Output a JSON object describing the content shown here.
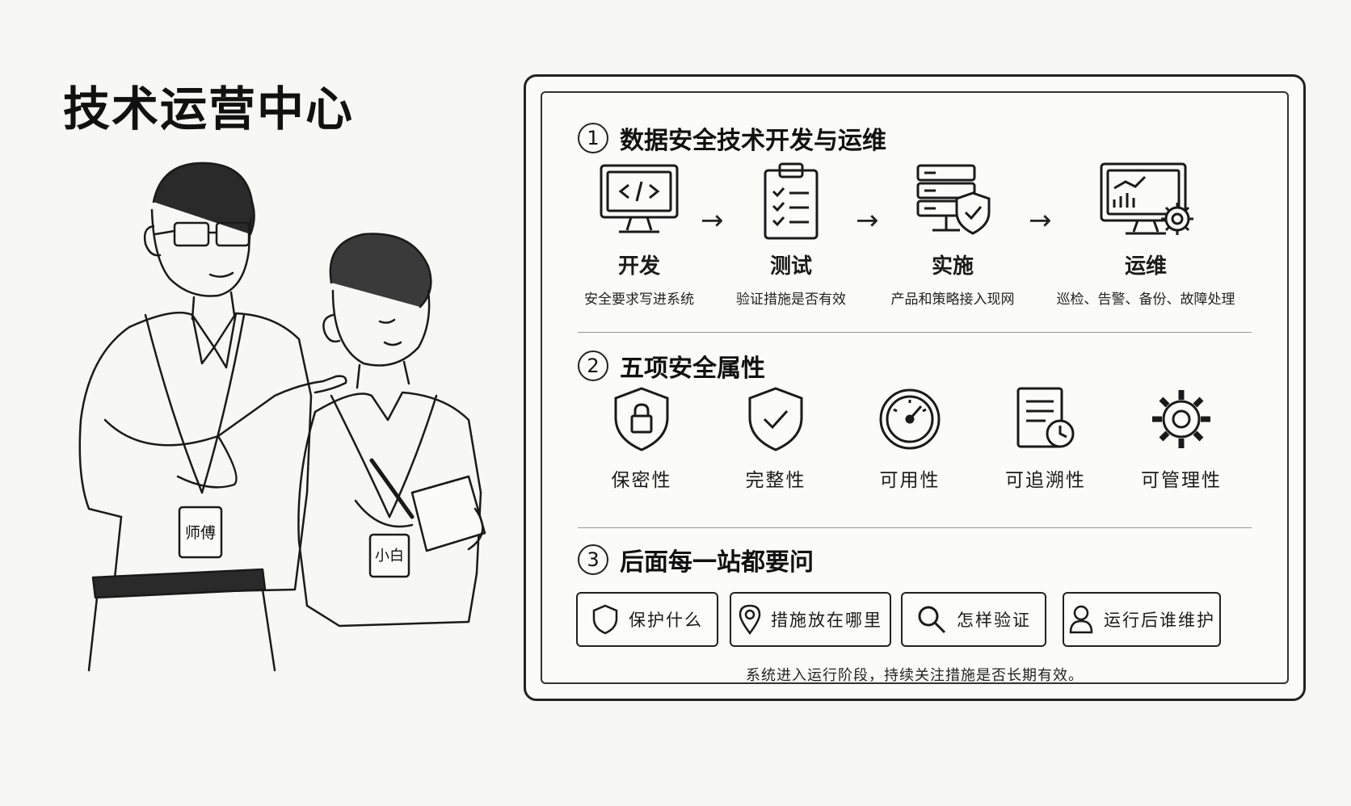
{
  "header": {
    "title": "技术运营中心"
  },
  "badges": {
    "mentor": "师傅",
    "student": "小白"
  },
  "sections": [
    {
      "number": "1",
      "title": "数据安全技术开发与运维"
    },
    {
      "number": "2",
      "title": "五项安全属性"
    },
    {
      "number": "3",
      "title": "后面每一站都要问"
    }
  ],
  "steps": [
    {
      "icon": "code-monitor-icon",
      "title": "开发",
      "desc": "安全要求写进系统"
    },
    {
      "icon": "clipboard-checklist-icon",
      "title": "测试",
      "desc": "验证措施是否有效"
    },
    {
      "icon": "server-shield-icon",
      "title": "实施",
      "desc": "产品和策略接入现网"
    },
    {
      "icon": "dashboard-gear-icon",
      "title": "运维",
      "desc": "巡检、告警、备份、故障处理"
    }
  ],
  "properties": [
    {
      "icon": "shield-lock-icon",
      "label": "保密性"
    },
    {
      "icon": "shield-check-icon",
      "label": "完整性"
    },
    {
      "icon": "gauge-icon",
      "label": "可用性"
    },
    {
      "icon": "document-clock-icon",
      "label": "可追溯性"
    },
    {
      "icon": "gear-icon",
      "label": "可管理性"
    }
  ],
  "questions": [
    {
      "icon": "shield-icon",
      "label": "保护什么"
    },
    {
      "icon": "location-pin-icon",
      "label": "措施放在哪里"
    },
    {
      "icon": "search-icon",
      "label": "怎样验证"
    },
    {
      "icon": "user-icon",
      "label": "运行后谁维护"
    }
  ],
  "footer": {
    "note": "系统进入运行阶段，持续关注措施是否长期有效。"
  }
}
